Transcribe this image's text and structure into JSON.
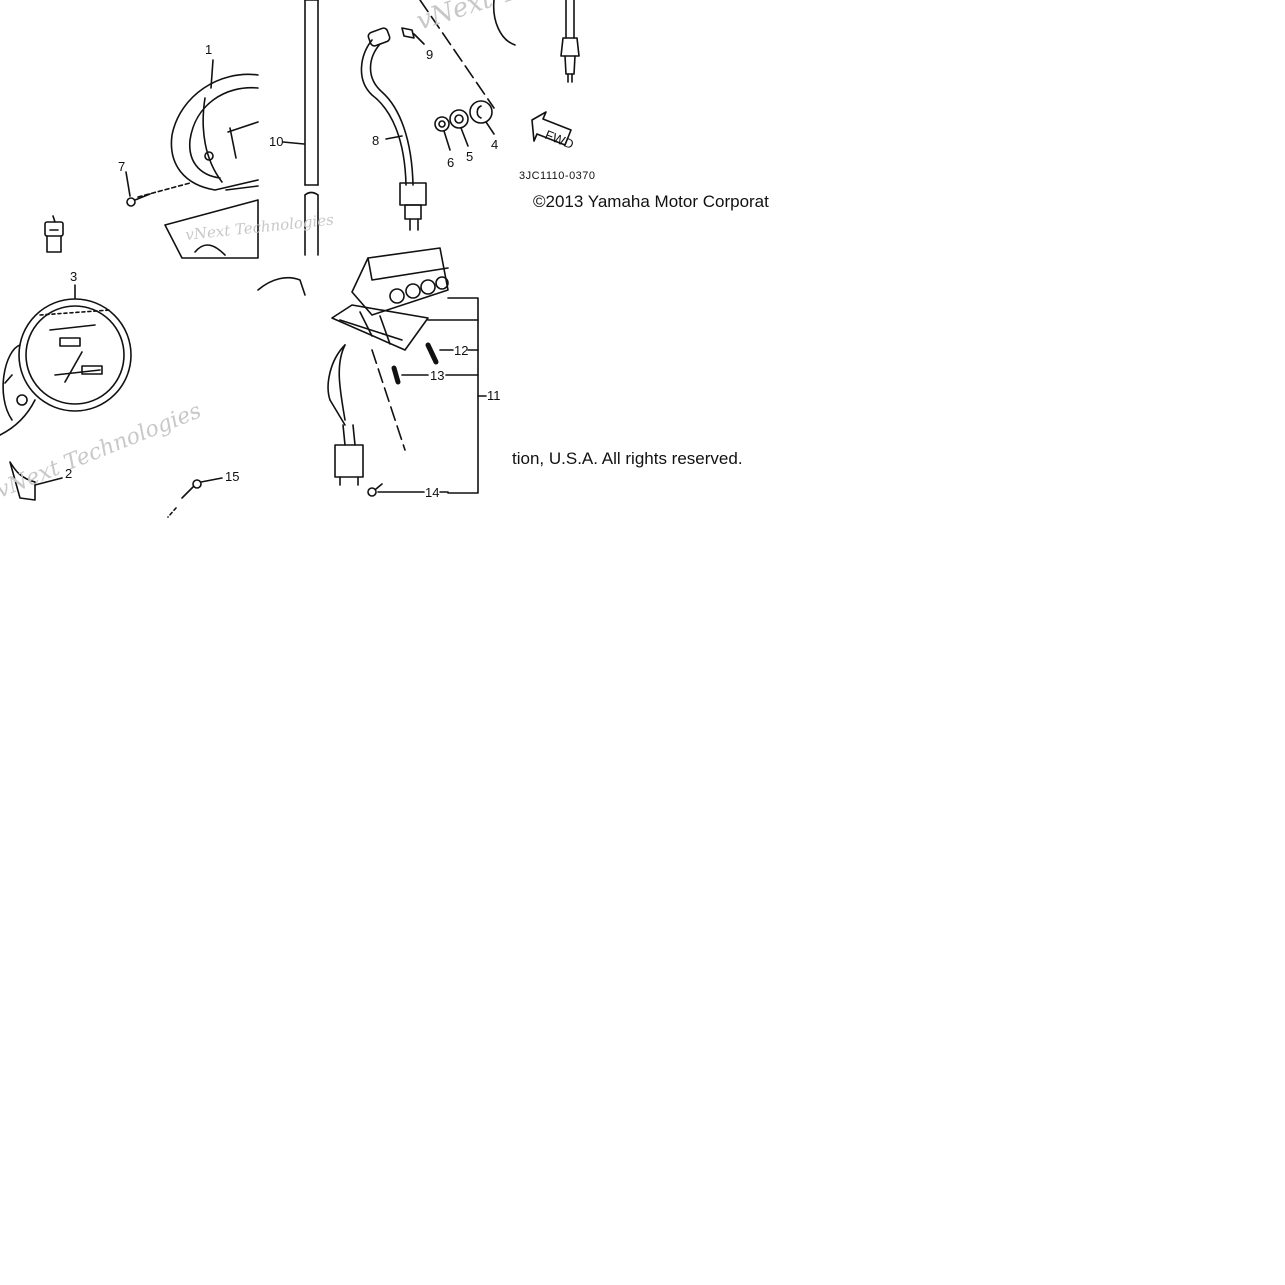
{
  "diagram_code": "3JC1110-0370",
  "copyright_line_1": "©2013 Yamaha Motor Corporat",
  "copyright_line_2": "tion, U.S.A. All rights reserved.",
  "watermark_text": "vNext Technologies",
  "fwd_arrow_label": "FWD",
  "callouts": [
    {
      "id": "c1",
      "label": "1"
    },
    {
      "id": "c2",
      "label": "2"
    },
    {
      "id": "c3",
      "label": "3"
    },
    {
      "id": "c4",
      "label": "4"
    },
    {
      "id": "c5",
      "label": "5"
    },
    {
      "id": "c6",
      "label": "6"
    },
    {
      "id": "c7",
      "label": "7"
    },
    {
      "id": "c8",
      "label": "8"
    },
    {
      "id": "c9",
      "label": "9"
    },
    {
      "id": "c10",
      "label": "10"
    },
    {
      "id": "c11",
      "label": "11"
    },
    {
      "id": "c12",
      "label": "12"
    },
    {
      "id": "c13",
      "label": "13"
    },
    {
      "id": "c14",
      "label": "14"
    },
    {
      "id": "c15",
      "label": "15"
    }
  ]
}
